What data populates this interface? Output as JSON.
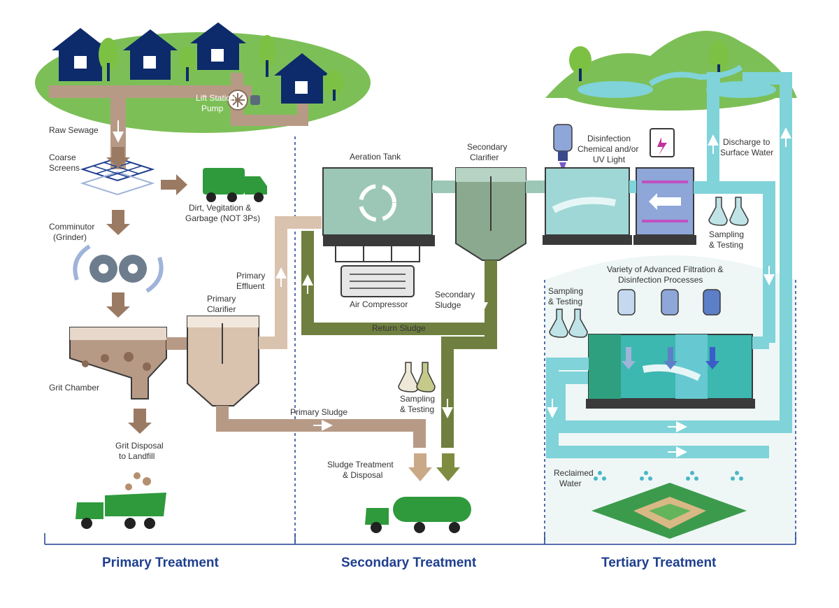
{
  "labels": {
    "lift_station": [
      "Lift Station",
      "Pump"
    ],
    "raw_sewage": "Raw Sewage",
    "coarse_screens": [
      "Coarse",
      "Screens"
    ],
    "dirt": [
      "Dirt, Vegitation &",
      "Garbage (NOT 3Ps)"
    ],
    "comminutor": [
      "Comminutor",
      "(Grinder)"
    ],
    "grit_chamber": "Grit Chamber",
    "grit_disposal": [
      "Grit Disposal",
      "to Landfill"
    ],
    "primary_clarifier": [
      "Primary",
      "Clarifier"
    ],
    "primary_effluent": [
      "Primary",
      "Effluent"
    ],
    "primary_sludge": "Primary Sludge",
    "aeration_tank": "Aeration Tank",
    "air_compressor": "Air Compressor",
    "secondary_clarifier": [
      "Secondary",
      "Clarifier"
    ],
    "secondary_sludge": [
      "Secondary",
      "Sludge"
    ],
    "return_sludge": "Return Sludge",
    "sampling_testing": [
      "Sampling",
      "& Testing"
    ],
    "sludge_treatment": [
      "Sludge Treatment",
      "& Disposal"
    ],
    "disinfection": [
      "Disinfection",
      "Chemical and/or",
      "UV Light"
    ],
    "discharge": [
      "Discharge to",
      "Surface Water"
    ],
    "advanced": [
      "Variety of Advanced Filtration &",
      "Disinfection Processes"
    ],
    "reclaimed_water": [
      "Reclaimed",
      "Water"
    ]
  },
  "sections": {
    "primary": "Primary Treatment",
    "secondary": "Secondary Treatment",
    "tertiary": "Tertiary Treatment"
  },
  "colors": {
    "house": "#0d2a6b",
    "tree": "#7cc143",
    "grass": "#7dbf57",
    "sewage_pipe": "#b79a86",
    "effluent_pipe": "#d9c2ae",
    "sludge_pipe": "#6f7f3f",
    "clean_pipe": "#7fd3d9",
    "truck": "#2e9a3c",
    "arrow_brown": "#9b7a63",
    "section_title": "#1f3f8f"
  }
}
